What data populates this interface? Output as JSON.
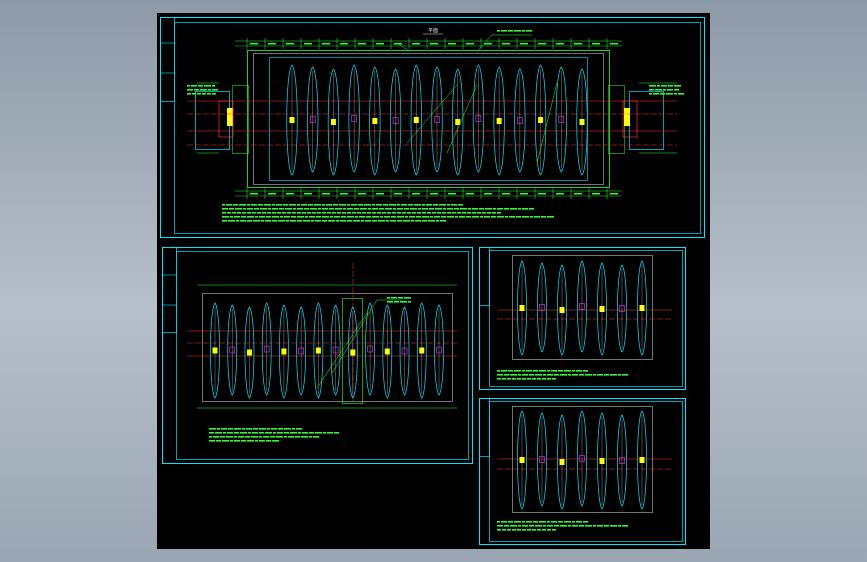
{
  "drawing": {
    "sheet_label": "平面",
    "colors": {
      "background": "#000000",
      "frame": "#00e5ff",
      "text": "#2bff2b",
      "centerline": "#ff3030",
      "yellow": "#ffff00",
      "magenta": "#ff30ff",
      "white": "#e8e8e8"
    },
    "sheets": [
      {
        "id": "main-plan",
        "boat_count": 15
      },
      {
        "id": "partial-plan",
        "boat_count": 14
      },
      {
        "id": "detail-a",
        "boat_count": 7
      },
      {
        "id": "detail-b",
        "boat_count": 7
      }
    ]
  }
}
